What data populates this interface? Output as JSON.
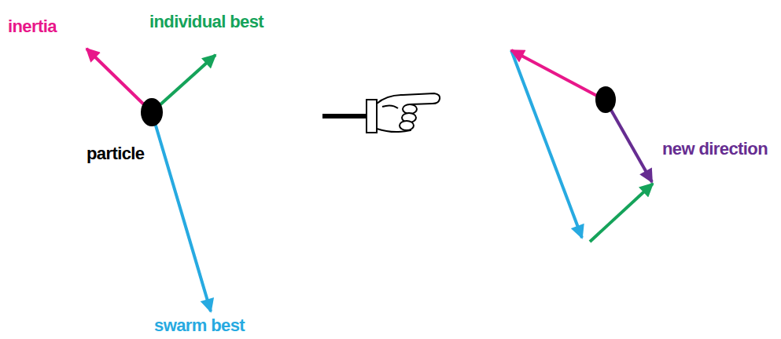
{
  "diagram": {
    "nodes": [
      {
        "text": [
          "particle"
        ]
      }
    ],
    "labels": [
      "inertia",
      "individual best",
      "swarm best",
      "new direction"
    ]
  }
}
